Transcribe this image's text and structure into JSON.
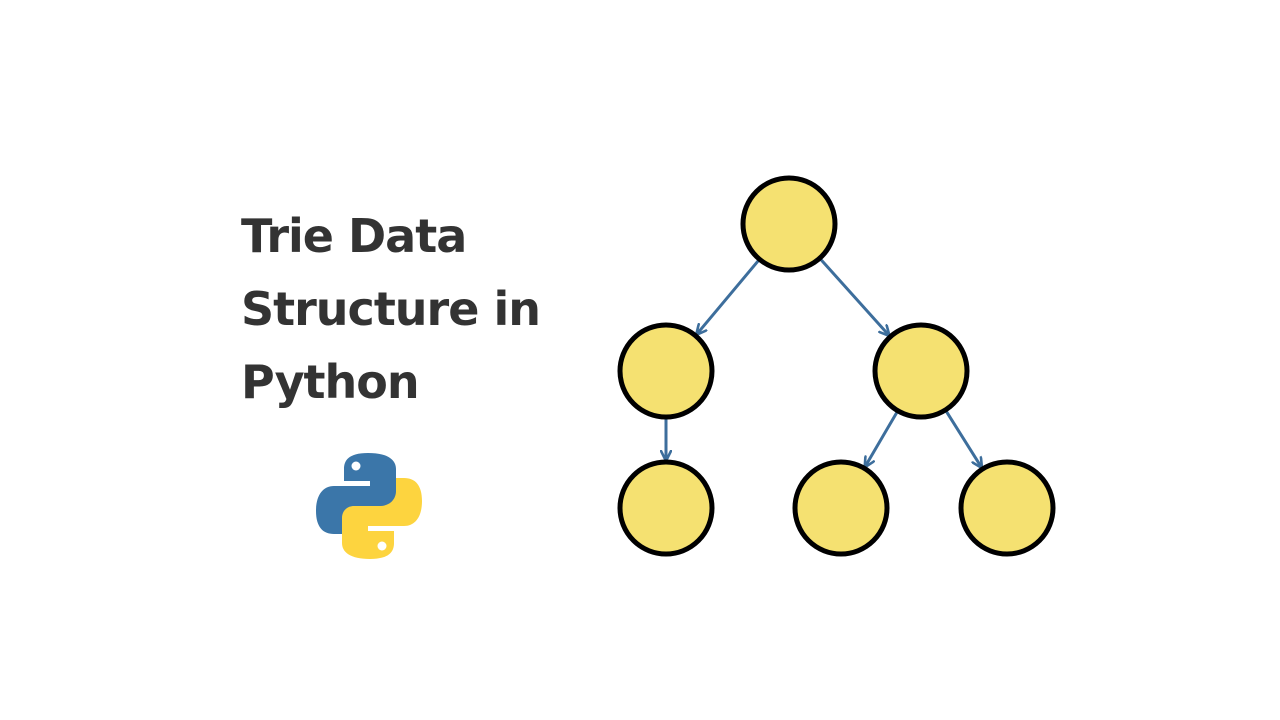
{
  "title": {
    "line1": "Trie Data",
    "line2": "Structure in",
    "line3": "Python"
  },
  "logo": {
    "icon": "python-logo-icon",
    "colors": {
      "blue": "#3b76a9",
      "yellow": "#fdd43f"
    }
  },
  "tree": {
    "node_fill": "#f5e171",
    "node_stroke": "#000000",
    "edge_color": "#3d6e9c",
    "nodes": [
      {
        "id": "root"
      },
      {
        "id": "left"
      },
      {
        "id": "right"
      },
      {
        "id": "left-left"
      },
      {
        "id": "right-left"
      },
      {
        "id": "right-right"
      }
    ],
    "edges": [
      {
        "from": "root",
        "to": "left"
      },
      {
        "from": "root",
        "to": "right"
      },
      {
        "from": "left",
        "to": "left-left"
      },
      {
        "from": "right",
        "to": "right-left"
      },
      {
        "from": "right",
        "to": "right-right"
      }
    ]
  }
}
